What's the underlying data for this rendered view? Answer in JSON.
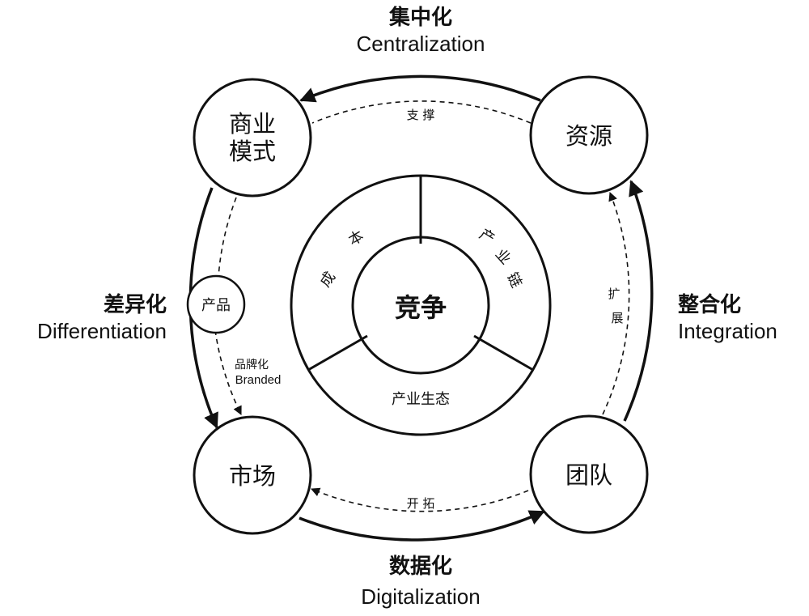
{
  "center": {
    "label": "竞争"
  },
  "segments": {
    "cost": [
      "成",
      "本"
    ],
    "chain": [
      "产",
      "业",
      "链"
    ],
    "ecology": "产业生态"
  },
  "nodes": {
    "business_model": [
      "商业",
      "模式"
    ],
    "resources": "资源",
    "market": "市场",
    "team": "团队",
    "product": "产品"
  },
  "strategies": {
    "top": {
      "zh": "集中化",
      "en": "Centralization"
    },
    "left": {
      "zh": "差异化",
      "en": "Differentiation"
    },
    "right": {
      "zh": "整合化",
      "en": "Integration"
    },
    "bottom": {
      "zh": "数据化",
      "en": "Digitalization"
    }
  },
  "links": {
    "support": "支 撑",
    "expand": [
      "扩",
      "展"
    ],
    "explore": "开 拓",
    "branded_zh": "品牌化",
    "branded_en": "Branded"
  },
  "colors": {
    "stroke": "#111111",
    "background": "#ffffff"
  }
}
